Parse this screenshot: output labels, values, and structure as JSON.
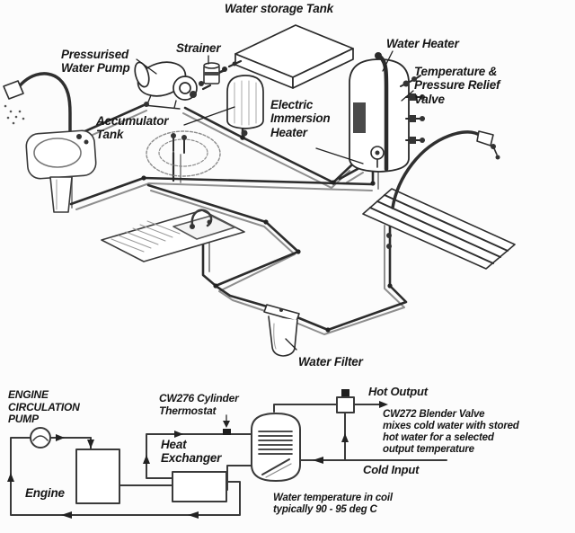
{
  "colors": {
    "background": "#fcfcfc",
    "ink": "#1f1f1f",
    "pipe_dark": "#2c2c2c",
    "pipe_light": "#8e8e8e",
    "schematic_line": "#3a3a3a"
  },
  "top_diagram": {
    "labels": {
      "water_storage_tank": [
        "Water storage Tank"
      ],
      "pressurised_water_pump": [
        "Pressurised",
        "Water Pump"
      ],
      "strainer": [
        "Strainer"
      ],
      "water_heater": [
        "Water Heater"
      ],
      "temperature_pressure_relief_valve": [
        "Temperature &",
        "Pressure Relief",
        "Valve"
      ],
      "accumulator_tank": [
        "Accumulator",
        "Tank"
      ],
      "electric_immersion_heater": [
        "Electric",
        "Immersion",
        "Heater"
      ],
      "water_filter": [
        "Water Filter"
      ]
    }
  },
  "bottom_diagram": {
    "labels": {
      "engine_circulation_pump": [
        "ENGINE",
        "CIRCULATION",
        "PUMP"
      ],
      "cw276_cylinder_thermostat": [
        "CW276 Cylinder",
        "Thermostat"
      ],
      "heat_exchanger": [
        "Heat",
        "Exchanger"
      ],
      "engine": [
        "Engine"
      ],
      "hot_output": [
        "Hot Output"
      ],
      "cw272_blender_valve_note": [
        "CW272 Blender Valve",
        "mixes cold water with stored",
        "hot water for a selected",
        "output temperature"
      ],
      "cold_input": [
        "Cold Input"
      ],
      "coil_temperature_note": [
        "Water temperature in coil",
        "typically 90 - 95 deg C"
      ]
    }
  }
}
